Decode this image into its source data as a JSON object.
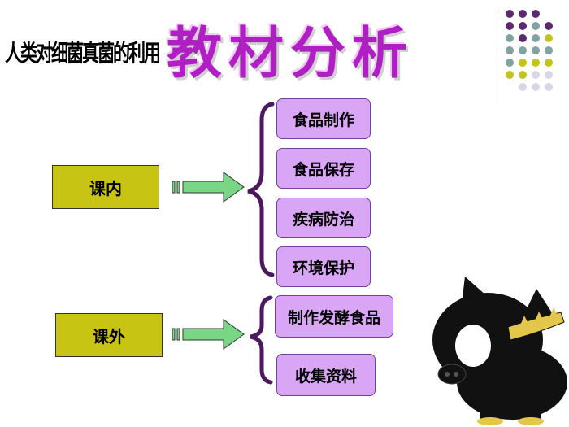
{
  "slide": {
    "subtitle": "人类对细菌真菌的利用",
    "title": "教材分析"
  },
  "groups": [
    {
      "label": "课内",
      "items": [
        "食品制作",
        "食品保存",
        "疾病防治",
        "环境保护"
      ]
    },
    {
      "label": "课外",
      "items": [
        "制作发酵食品",
        "收集资料"
      ]
    }
  ],
  "colors": {
    "title": "#b01fc4",
    "box": "#c7c414",
    "item": "#d9a5f5",
    "brace": "#4b1a5e",
    "arrow": "#79d684",
    "dot_purple": "#5b2a6e",
    "dot_teal": "#7fa3a1",
    "dot_olive": "#c3c31c",
    "dot_light": "#d9d6e6"
  },
  "decor": {
    "mascot": "cartoon-pig-icon"
  }
}
